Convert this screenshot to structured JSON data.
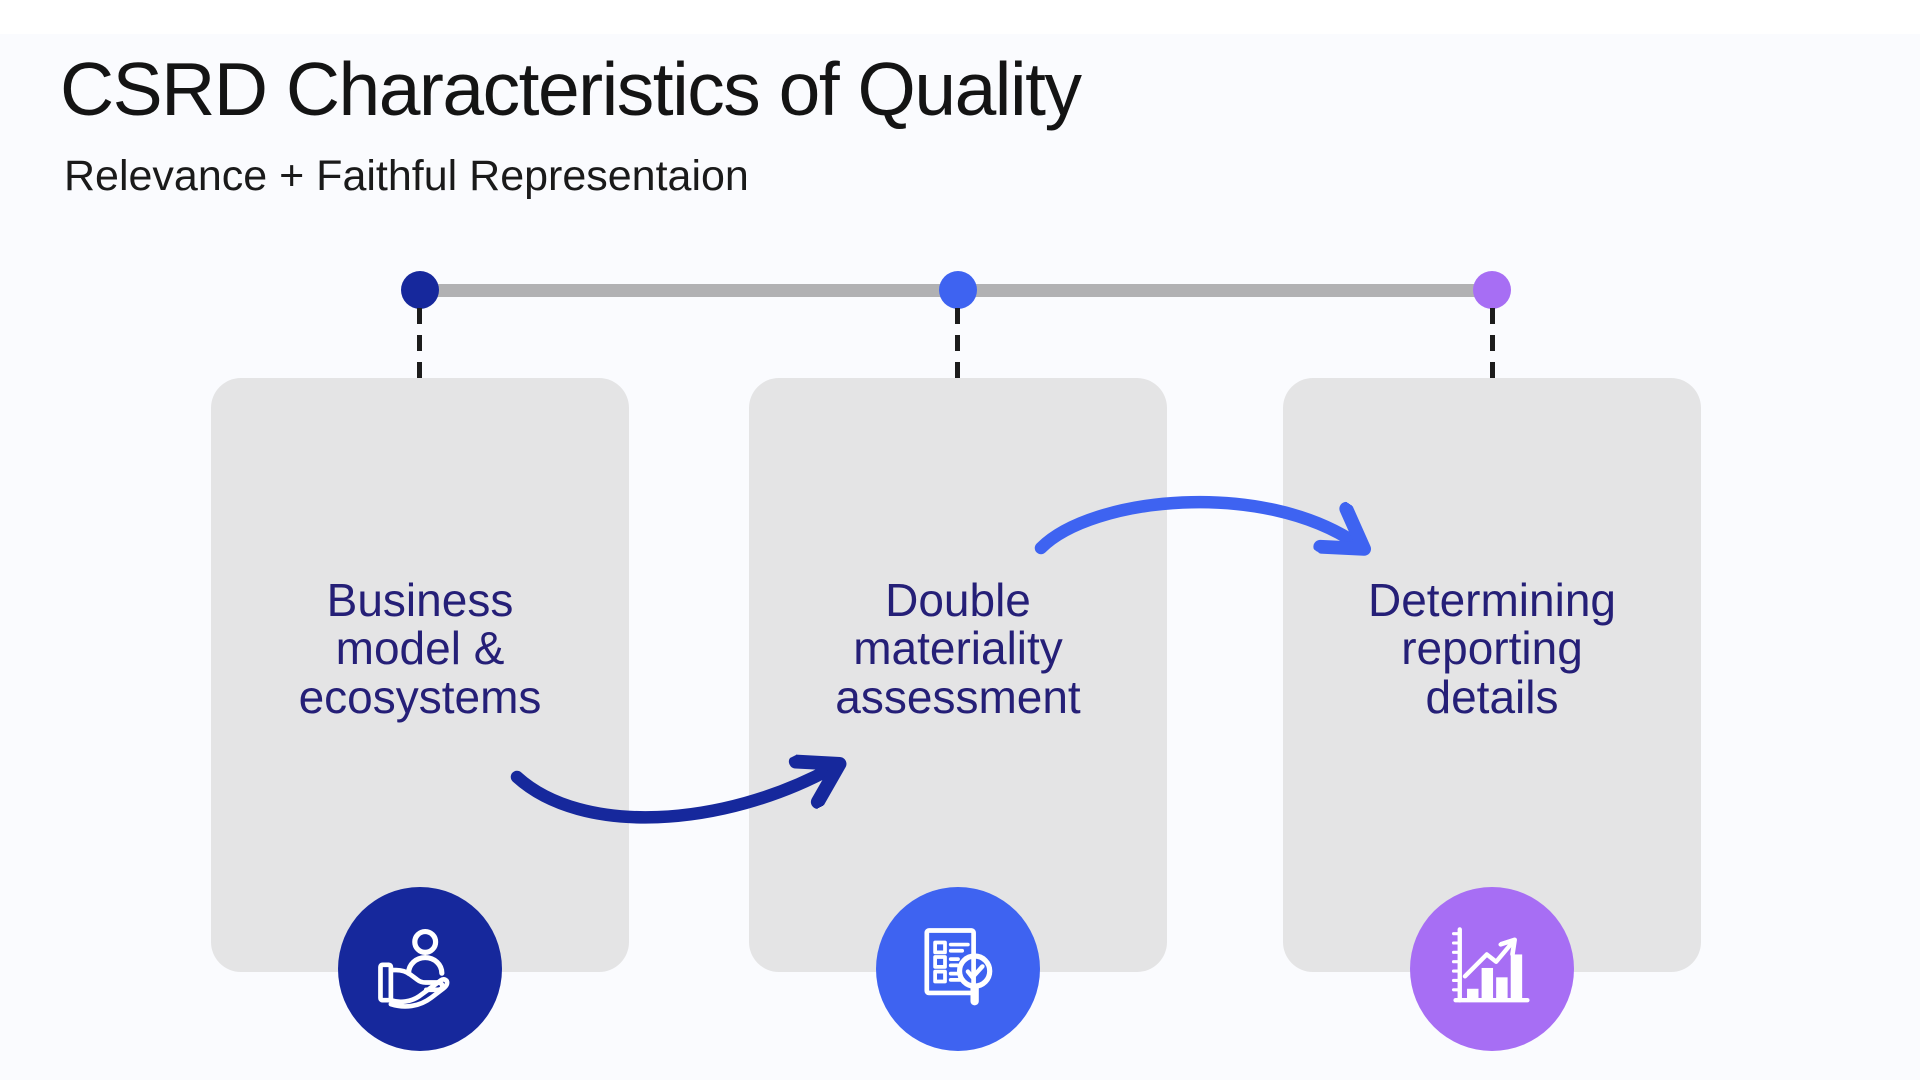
{
  "page": {
    "title": "CSRD Characteristics of Quality",
    "subtitle": "Relevance + Faithful Representaion"
  },
  "colors": {
    "background": "#fafbfe",
    "card_background": "#e4e4e5",
    "timeline_bar": "#b1b1b3",
    "dash_line": "#1c1c1c",
    "card_text": "#251f77",
    "heading_text": "#141414",
    "step_navy": "#16289c",
    "step_blue": "#3e63f1",
    "step_purple": "#a76ef4"
  },
  "steps": [
    {
      "label": "Business model & ecosystems",
      "lines": [
        "Business",
        "model &",
        "ecosystems"
      ],
      "color": "#16289c",
      "icon": "hand-holding-person-icon"
    },
    {
      "label": "Double materiality assessment",
      "lines": [
        "Double",
        "materiality",
        "assessment"
      ],
      "color": "#3e63f1",
      "icon": "checklist-magnifier-icon"
    },
    {
      "label": "Determining reporting details",
      "lines": [
        "Determining",
        "reporting",
        "details"
      ],
      "color": "#a76ef4",
      "icon": "bar-chart-growth-icon"
    }
  ],
  "arrows": [
    {
      "from": "Business model & ecosystems",
      "to": "Double materiality assessment",
      "color": "#16289c",
      "shape": "dips-down-then-up-right"
    },
    {
      "from": "Double materiality assessment",
      "to": "Determining reporting details",
      "color": "#3e63f1",
      "shape": "arches-up-then-down-right"
    }
  ]
}
